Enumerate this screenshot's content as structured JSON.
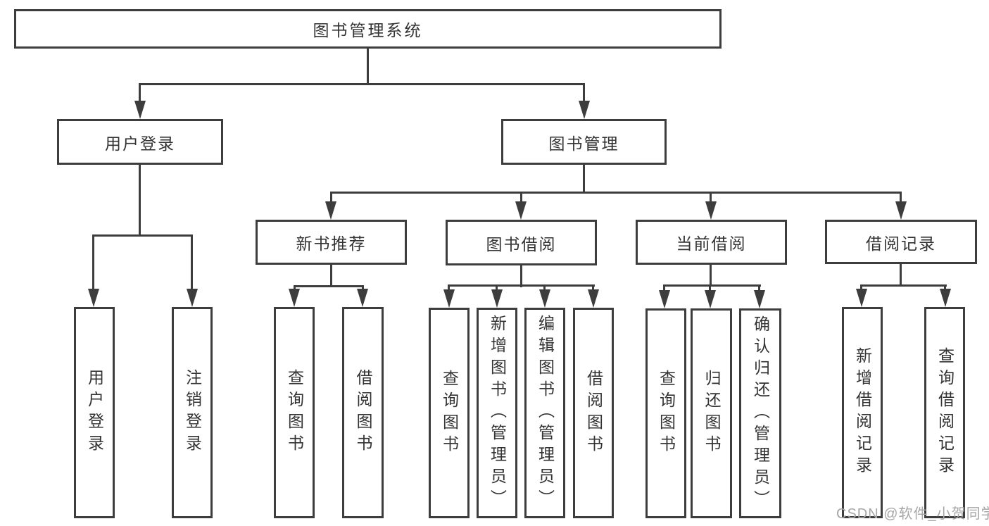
{
  "diagram_type": "hierarchy-tree",
  "tree": {
    "label": "图书管理系统",
    "children": [
      {
        "label": "用户登录",
        "children": [
          {
            "label": "用户登录"
          },
          {
            "label": "注销登录"
          }
        ]
      },
      {
        "label": "图书管理",
        "children": [
          {
            "label": "新书推荐",
            "children": [
              {
                "label": "查询图书"
              },
              {
                "label": "借阅图书"
              }
            ]
          },
          {
            "label": "图书借阅",
            "children": [
              {
                "label": "查询图书"
              },
              {
                "label": "新增图书（管理员）"
              },
              {
                "label": "编辑图书（管理员）"
              },
              {
                "label": "借阅图书"
              }
            ]
          },
          {
            "label": "当前借阅",
            "children": [
              {
                "label": "查询图书"
              },
              {
                "label": "归还图书"
              },
              {
                "label": "确认归还（管理员）"
              }
            ]
          },
          {
            "label": "借阅记录",
            "children": [
              {
                "label": "新增借阅记录"
              },
              {
                "label": "查询借阅记录"
              }
            ]
          }
        ]
      }
    ]
  },
  "watermark": "CSDN @软件_小贺同学",
  "colors": {
    "line": "#3d3d3d",
    "text": "#333333",
    "watermark": "#a6a6a6",
    "background": "#ffffff"
  }
}
